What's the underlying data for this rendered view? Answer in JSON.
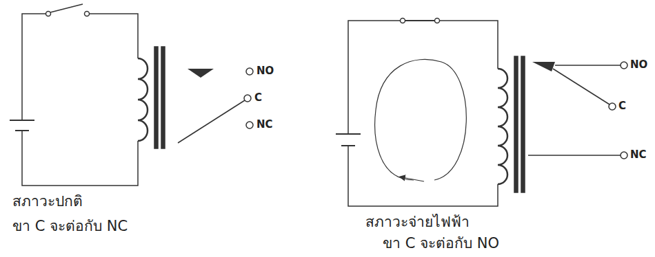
{
  "diagram": {
    "labels": [
      "NO",
      "C",
      "NC",
      "สภาวะปกติ",
      "ขา C จะต่อกับ NC",
      "NO",
      "C",
      "NC",
      "สภาวะจ่ายไฟฟ้า",
      "ขา C จะต่อกับ NO"
    ]
  }
}
